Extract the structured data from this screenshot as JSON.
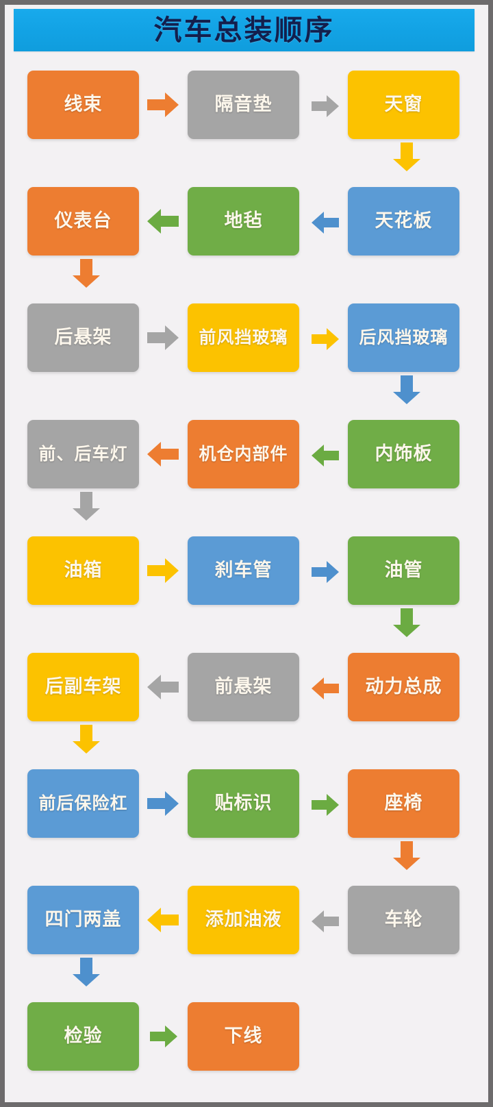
{
  "header": {
    "title": "汽车总装顺序",
    "banner_color": "#18aaec",
    "title_color": "#131f4d"
  },
  "palette": {
    "orange": "#ed7d31",
    "gray": "#a5a5a5",
    "yellow": "#fcc200",
    "blue": "#5b9bd5",
    "green": "#70ad47",
    "background": "#f3f1f3",
    "border": "#6d6b6c"
  },
  "chart_data": {
    "type": "diagram",
    "title": "汽车总装顺序",
    "layout": "boustrophedon-grid-3-columns",
    "node_count": 25,
    "nodes": [
      {
        "id": 1,
        "label": "线束",
        "color": "orange",
        "row": 1,
        "col": 1
      },
      {
        "id": 2,
        "label": "隔音垫",
        "color": "gray",
        "row": 1,
        "col": 2
      },
      {
        "id": 3,
        "label": "天窗",
        "color": "yellow",
        "row": 1,
        "col": 3
      },
      {
        "id": 4,
        "label": "天花板",
        "color": "blue",
        "row": 2,
        "col": 3
      },
      {
        "id": 5,
        "label": "地毡",
        "color": "green",
        "row": 2,
        "col": 2
      },
      {
        "id": 6,
        "label": "仪表台",
        "color": "orange",
        "row": 2,
        "col": 1
      },
      {
        "id": 7,
        "label": "后悬架",
        "color": "gray",
        "row": 3,
        "col": 1
      },
      {
        "id": 8,
        "label": "前风挡玻璃",
        "color": "yellow",
        "row": 3,
        "col": 2
      },
      {
        "id": 9,
        "label": "后风挡玻璃",
        "color": "blue",
        "row": 3,
        "col": 3
      },
      {
        "id": 10,
        "label": "内饰板",
        "color": "green",
        "row": 4,
        "col": 3
      },
      {
        "id": 11,
        "label": "机仓内部件",
        "color": "orange",
        "row": 4,
        "col": 2
      },
      {
        "id": 12,
        "label": "前、后车灯",
        "color": "gray",
        "row": 4,
        "col": 1
      },
      {
        "id": 13,
        "label": "油箱",
        "color": "yellow",
        "row": 5,
        "col": 1
      },
      {
        "id": 14,
        "label": "刹车管",
        "color": "blue",
        "row": 5,
        "col": 2
      },
      {
        "id": 15,
        "label": "油管",
        "color": "green",
        "row": 5,
        "col": 3
      },
      {
        "id": 16,
        "label": "动力总成",
        "color": "orange",
        "row": 6,
        "col": 3
      },
      {
        "id": 17,
        "label": "前悬架",
        "color": "gray",
        "row": 6,
        "col": 2
      },
      {
        "id": 18,
        "label": "后副车架",
        "color": "yellow",
        "row": 6,
        "col": 1
      },
      {
        "id": 19,
        "label": "前后保险杠",
        "color": "blue",
        "row": 7,
        "col": 1
      },
      {
        "id": 20,
        "label": "贴标识",
        "color": "green",
        "row": 7,
        "col": 2
      },
      {
        "id": 21,
        "label": "座椅",
        "color": "orange",
        "row": 7,
        "col": 3
      },
      {
        "id": 22,
        "label": "车轮",
        "color": "gray",
        "row": 8,
        "col": 3
      },
      {
        "id": 23,
        "label": "添加油液",
        "color": "yellow",
        "row": 8,
        "col": 2
      },
      {
        "id": 24,
        "label": "四门两盖",
        "color": "blue",
        "row": 8,
        "col": 1
      },
      {
        "id": 25,
        "label": "检验",
        "color": "green",
        "row": 9,
        "col": 1
      },
      {
        "id": 26,
        "label": "下线",
        "color": "orange",
        "row": 9,
        "col": 2
      }
    ],
    "edges": [
      {
        "from": "线束",
        "to": "隔音垫",
        "direction": "right",
        "color": "orange"
      },
      {
        "from": "隔音垫",
        "to": "天窗",
        "direction": "right",
        "color": "gray"
      },
      {
        "from": "天窗",
        "to": "天花板",
        "direction": "down",
        "color": "yellow"
      },
      {
        "from": "天花板",
        "to": "地毡",
        "direction": "left",
        "color": "blue"
      },
      {
        "from": "地毡",
        "to": "仪表台",
        "direction": "left",
        "color": "green"
      },
      {
        "from": "仪表台",
        "to": "后悬架",
        "direction": "down",
        "color": "orange"
      },
      {
        "from": "后悬架",
        "to": "前风挡玻璃",
        "direction": "right",
        "color": "gray"
      },
      {
        "from": "前风挡玻璃",
        "to": "后风挡玻璃",
        "direction": "right",
        "color": "yellow"
      },
      {
        "from": "后风挡玻璃",
        "to": "内饰板",
        "direction": "down",
        "color": "blue"
      },
      {
        "from": "内饰板",
        "to": "机仓内部件",
        "direction": "left",
        "color": "green"
      },
      {
        "from": "机仓内部件",
        "to": "前、后车灯",
        "direction": "left",
        "color": "orange"
      },
      {
        "from": "前、后车灯",
        "to": "油箱",
        "direction": "down",
        "color": "gray"
      },
      {
        "from": "油箱",
        "to": "刹车管",
        "direction": "right",
        "color": "yellow"
      },
      {
        "from": "刹车管",
        "to": "油管",
        "direction": "right",
        "color": "blue"
      },
      {
        "from": "油管",
        "to": "动力总成",
        "direction": "down",
        "color": "green"
      },
      {
        "from": "动力总成",
        "to": "前悬架",
        "direction": "left",
        "color": "orange"
      },
      {
        "from": "前悬架",
        "to": "后副车架",
        "direction": "left",
        "color": "gray"
      },
      {
        "from": "后副车架",
        "to": "前后保险杠",
        "direction": "down",
        "color": "yellow"
      },
      {
        "from": "前后保险杠",
        "to": "贴标识",
        "direction": "right",
        "color": "blue"
      },
      {
        "from": "贴标识",
        "to": "座椅",
        "direction": "right",
        "color": "green"
      },
      {
        "from": "座椅",
        "to": "车轮",
        "direction": "down",
        "color": "orange"
      },
      {
        "from": "车轮",
        "to": "添加油液",
        "direction": "left",
        "color": "gray"
      },
      {
        "from": "添加油液",
        "to": "四门两盖",
        "direction": "left",
        "color": "yellow"
      },
      {
        "from": "四门两盖",
        "to": "检验",
        "direction": "down",
        "color": "blue"
      },
      {
        "from": "检验",
        "to": "下线",
        "direction": "right",
        "color": "green"
      }
    ]
  },
  "nodes": {
    "n1": "线束",
    "n2": "隔音垫",
    "n3": "天窗",
    "n4": "天花板",
    "n5": "地毡",
    "n6": "仪表台",
    "n7": "后悬架",
    "n8": "前风挡玻璃",
    "n9": "后风挡玻璃",
    "n10": "内饰板",
    "n11": "机仓内部件",
    "n12": "前、后车灯",
    "n13": "油箱",
    "n14": "刹车管",
    "n15": "油管",
    "n16": "动力总成",
    "n17": "前悬架",
    "n18": "后副车架",
    "n19": "前后保险杠",
    "n20": "贴标识",
    "n21": "座椅",
    "n22": "车轮",
    "n23": "添加油液",
    "n24": "四门两盖",
    "n25": "检验",
    "n26": "下线"
  }
}
